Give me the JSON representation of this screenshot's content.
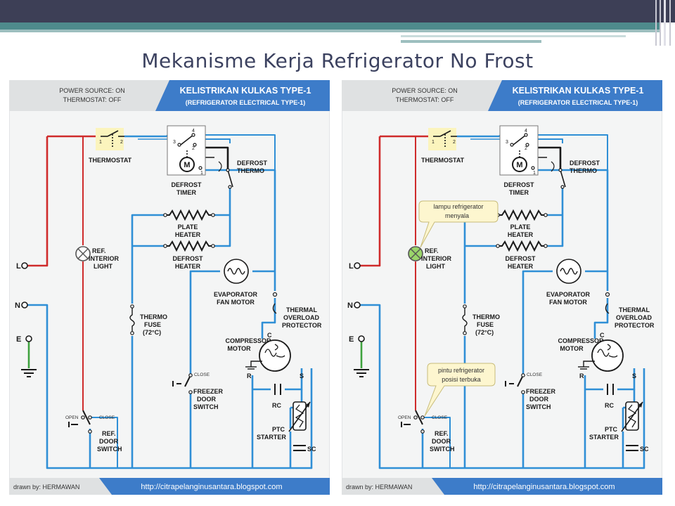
{
  "slide": {
    "title": "Mekanisme Kerja Refrigerator No Frost"
  },
  "diagram": {
    "power_line1": "POWER SOURCE: ON",
    "power_line2": "THERMOSTAT: OFF",
    "header_title": "KELISTRIKAN KULKAS TYPE-1",
    "header_sub": "(REFRIGERATOR ELECTRICAL TYPE-1)",
    "thermostat": "THERMOSTAT",
    "defrost_timer_1": "DEFROST",
    "defrost_timer_2": "TIMER",
    "defrost_thermo_1": "DEFROST",
    "defrost_thermo_2": "THERMO",
    "plate_heater_1": "PLATE",
    "plate_heater_2": "HEATER",
    "defrost_heater_1": "DEFROST",
    "defrost_heater_2": "HEATER",
    "ref_light_1": "REF.",
    "ref_light_2": "INTERIOR",
    "ref_light_3": "LIGHT",
    "evap_fan_1": "EVAPORATOR",
    "evap_fan_2": "FAN MOTOR",
    "overload_1": "THERMAL",
    "overload_2": "OVERLOAD",
    "overload_3": "PROTECTOR",
    "thermo_fuse_1": "THERMO",
    "thermo_fuse_2": "FUSE",
    "thermo_fuse_3": "(72°C)",
    "compressor_1": "COMPRESSOR",
    "compressor_2": "MOTOR",
    "freezer_switch_1": "FREEZER",
    "freezer_switch_2": "DOOR",
    "freezer_switch_3": "SWITCH",
    "ref_switch_1": "REF.",
    "ref_switch_2": "DOOR",
    "ref_switch_3": "SWITCH",
    "close": "CLOSE",
    "open": "OPEN",
    "rc": "RC",
    "ptc_1": "PTC",
    "ptc_2": "STARTER",
    "sc": "SC",
    "term_L": "L",
    "term_N": "N",
    "term_E": "E",
    "term_C": "C",
    "term_R": "R",
    "term_S": "S",
    "m": "M",
    "t1": "1",
    "t2": "2",
    "t3": "3",
    "t4": "4",
    "footer_left": "drawn by: HERMAWAN",
    "footer_url": "http://citrapelanginusantara.blogspot.com"
  },
  "callouts": {
    "lamp_1": "lampu refrigerator",
    "lamp_2": "menyala",
    "door_1": "pintu refrigerator",
    "door_2": "posisi terbuka"
  },
  "colors": {
    "wire_blue": "#2f8fd6",
    "wire_red": "#cf2b2b",
    "wire_green": "#3ea23e",
    "header_blue": "#3d7cc9",
    "lamp_on": "#9ad46a",
    "callout_bg": "#fdf6cf"
  }
}
